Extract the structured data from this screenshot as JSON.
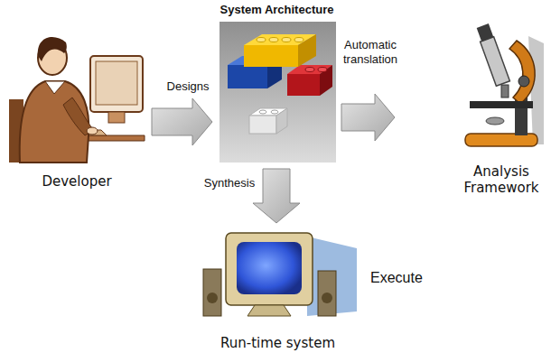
{
  "diagram": {
    "nodes": [
      {
        "text": [
          "Developer"
        ]
      },
      {
        "text": [
          "System Architecture"
        ]
      },
      {
        "text": [
          "Analysis Framework"
        ]
      },
      {
        "text": [
          "Run-time system"
        ]
      }
    ],
    "edges": [
      {
        "from": 0,
        "to": 1,
        "label": "Designs",
        "arrow": "to"
      },
      {
        "from": 1,
        "to": 2,
        "label": "Automatic translation",
        "arrow": "to"
      },
      {
        "from": 1,
        "to": 3,
        "label": "Synthesis",
        "arrow": "to"
      }
    ],
    "labels": [
      "Execute"
    ]
  }
}
